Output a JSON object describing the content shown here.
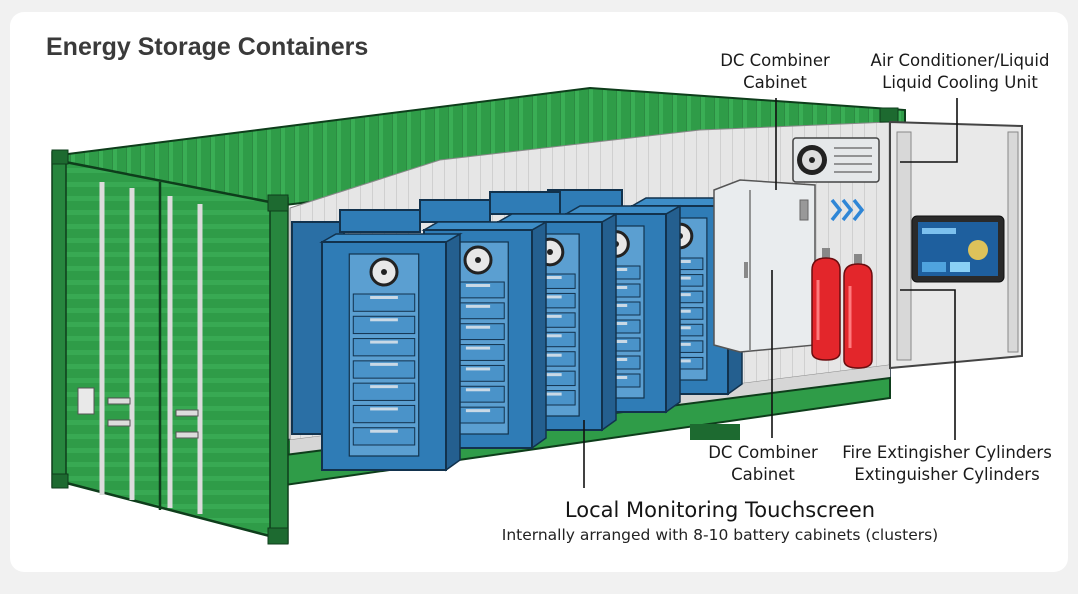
{
  "title": "Energy Storage Containers",
  "labels": {
    "dc_combiner_top": [
      "DC Combiner",
      "Cabinet"
    ],
    "air_conditioner": [
      "Air Conditioner/Liquid",
      "Liquid Cooling Unit"
    ],
    "dc_combiner_bottom": [
      "DC Combiner",
      "Cabinet"
    ],
    "fire_extinguisher": [
      "Fire Extingisher Cylinders",
      "Extinguisher Cylinders"
    ]
  },
  "caption": {
    "main": "Local Monitoring Touchscreen",
    "sub": "Internally arranged with 8-10 battery cabinets (clusters)"
  },
  "colors": {
    "container_green": "#2f9c48",
    "battery_blue": "#2f7cb6",
    "cylinder_red": "#e3262b",
    "interior": "#ececec"
  }
}
